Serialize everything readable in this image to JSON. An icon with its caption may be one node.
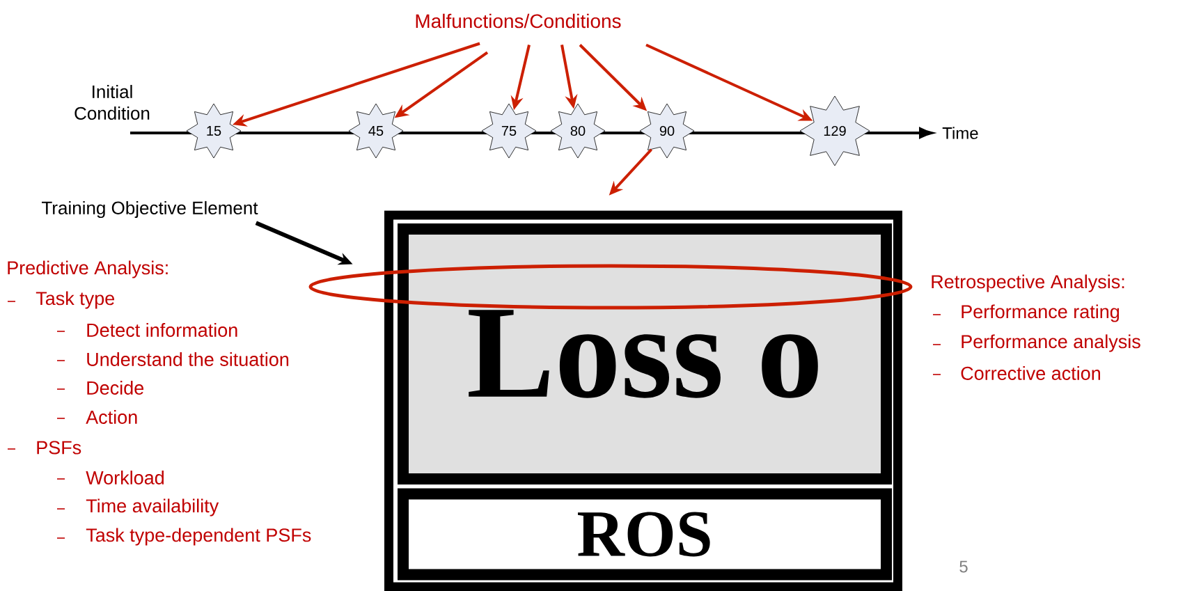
{
  "diagram": {
    "nodes": [
      {
        "text": [
          "Malfunctions/Conditions"
        ]
      },
      {
        "text": [
          "15"
        ]
      },
      {
        "text": [
          "45"
        ]
      },
      {
        "text": [
          "75"
        ]
      },
      {
        "text": [
          "80"
        ]
      },
      {
        "text": [
          "90"
        ]
      },
      {
        "text": [
          "129"
        ]
      },
      {
        "text": [],
        "shape": "box"
      },
      {
        "text": [
          "Loss o"
        ],
        "in": 7
      },
      {
        "text": [
          "ROS"
        ],
        "in": 7
      },
      {
        "text": [],
        "shape": "ellipse"
      },
      {
        "text": [
          "Training Objective Element"
        ]
      }
    ],
    "edges": [
      {
        "from": 0,
        "to": 1,
        "arrow": "to"
      },
      {
        "from": 0,
        "to": 2,
        "arrow": "to"
      },
      {
        "from": 0,
        "to": 3,
        "arrow": "to"
      },
      {
        "from": 0,
        "to": 4,
        "arrow": "to"
      },
      {
        "from": 0,
        "to": 5,
        "arrow": "to"
      },
      {
        "from": 0,
        "to": 6,
        "arrow": "to"
      },
      {
        "from": 5,
        "to": 7,
        "arrow": "to"
      },
      {
        "from": 11,
        "to": 10,
        "arrow": "to",
        "color": "#000000"
      }
    ],
    "labels": [
      "Initial Condition",
      "Time",
      "Predictive Analysis:",
      "Task type",
      "Detect information",
      "Understand the situation",
      "Decide",
      "Action",
      "PSFs",
      "Workload",
      "Time availability",
      "Task type-dependent PSFs",
      "Retrospective Analysis:",
      "Performance rating",
      "Performance analysis",
      "Corrective action",
      "5"
    ]
  }
}
